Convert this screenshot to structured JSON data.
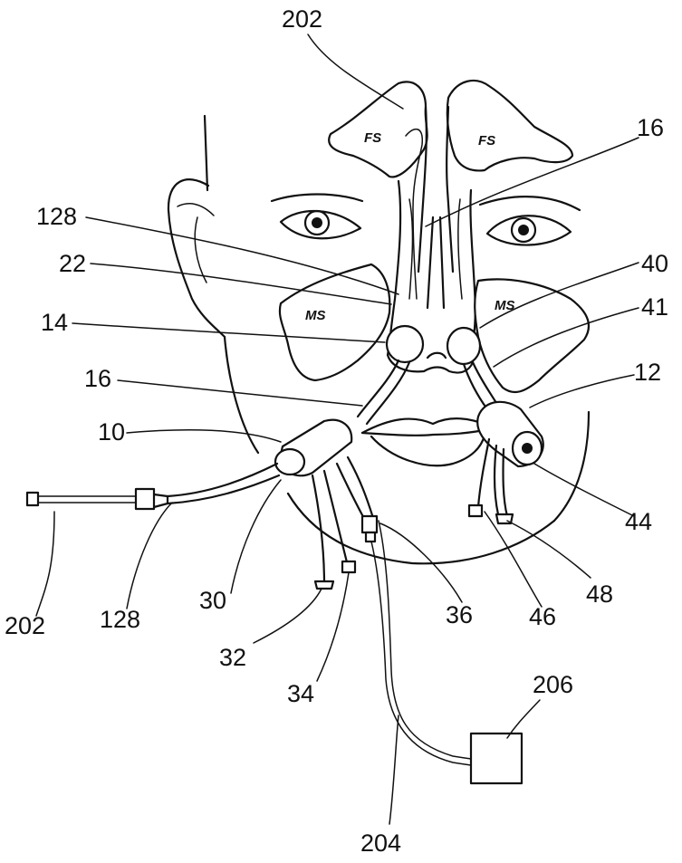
{
  "labels": {
    "top_202": "202",
    "top_16": "16",
    "l128": "128",
    "l22": "22",
    "l40": "40",
    "l41": "41",
    "l14": "14",
    "l12": "12",
    "mid_16": "16",
    "l10": "10",
    "l44": "44",
    "bottom_202": "202",
    "bottom_128": "128",
    "l30": "30",
    "l36": "36",
    "l46": "46",
    "l48": "48",
    "l32": "32",
    "l34": "34",
    "l206": "206",
    "l204": "204"
  },
  "anatomy": {
    "fs_left": "FS",
    "fs_right": "FS",
    "ms_left": "MS",
    "ms_right": "MS"
  }
}
